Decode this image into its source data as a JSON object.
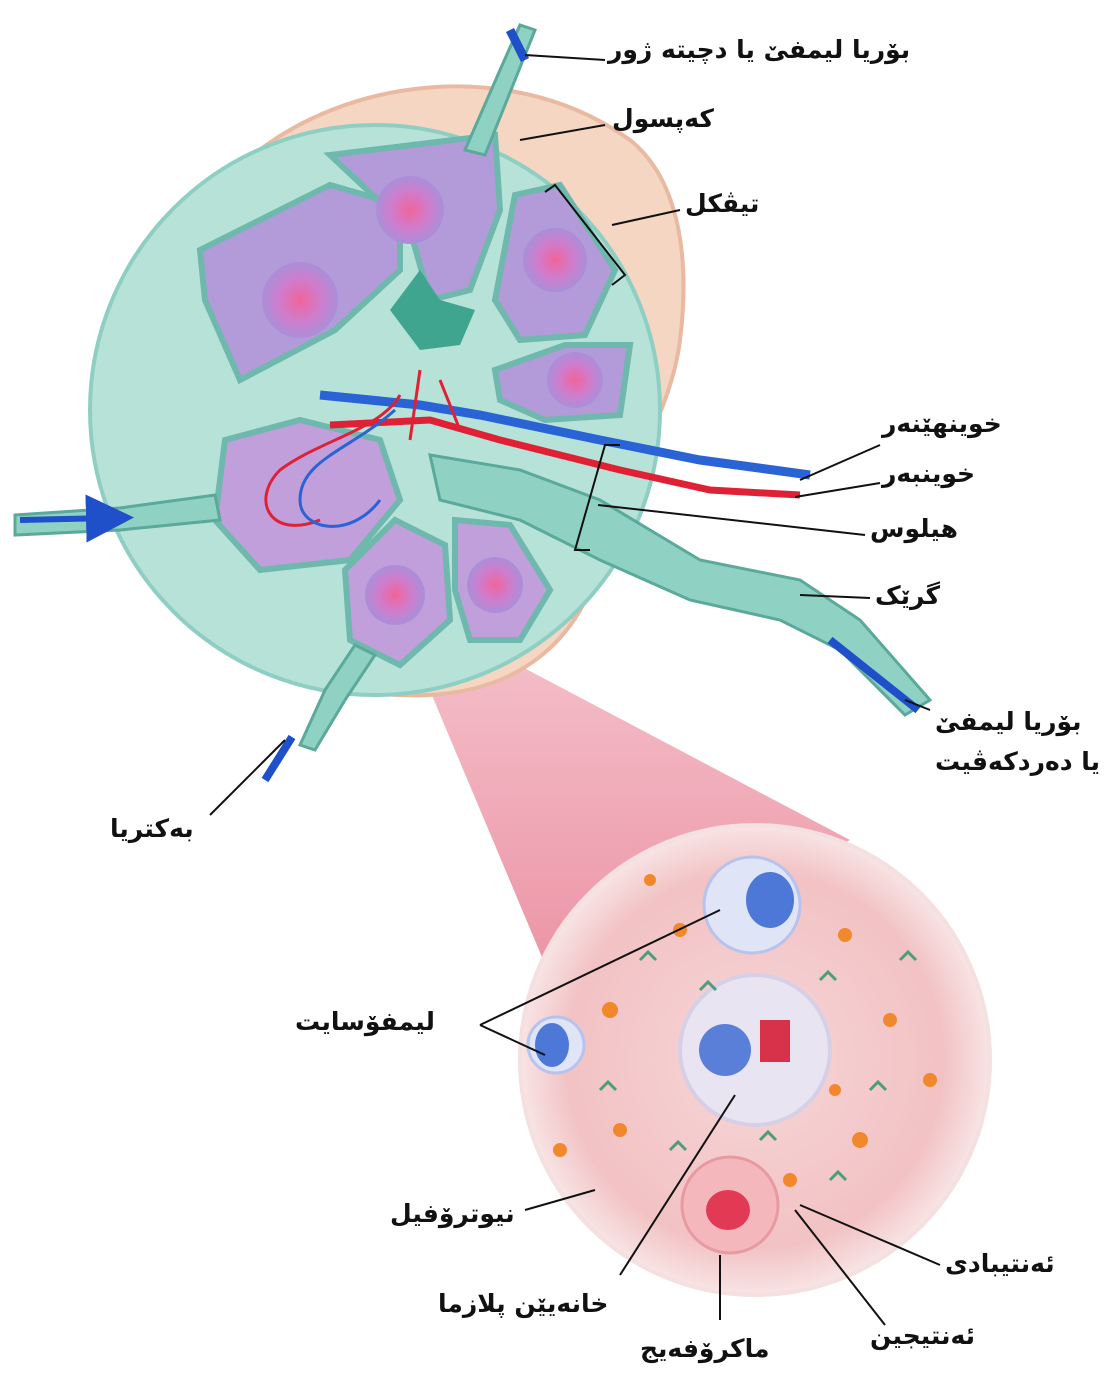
{
  "labels": {
    "afferent_top": "بۆریا لیمفێ یا دچیتە ژور",
    "capsule": "کەپسول",
    "follicle": "تیڤکل",
    "vein": "خوینهێنەر",
    "artery": "خوینبەر",
    "hilus": "هیلوس",
    "node": "گرێک",
    "efferent_line1": "بۆریا لیمفێ",
    "efferent_line2": "یا دەردکەڤیت",
    "bacteria": "بەکتریا",
    "lymphocyte": "لیمفۆسایت",
    "neutrophil": "نیوترۆفیل",
    "plasma_cell": "خانەیێن پلازما",
    "antibody": "ئەنتیبادی",
    "antigen": "ئەنتیجین",
    "macrophage": "ماکرۆفەیج"
  },
  "colors": {
    "capsule_tissue": "#f2d2bd",
    "sinus": "#a9dcd2",
    "follicle": "#b49ad8",
    "germinal_center": "#e86a9a",
    "vein": "#2a63d6",
    "artery": "#e02035",
    "zoom_cone": "#e9909e",
    "zoom_tissue": "#f4c6c6"
  }
}
